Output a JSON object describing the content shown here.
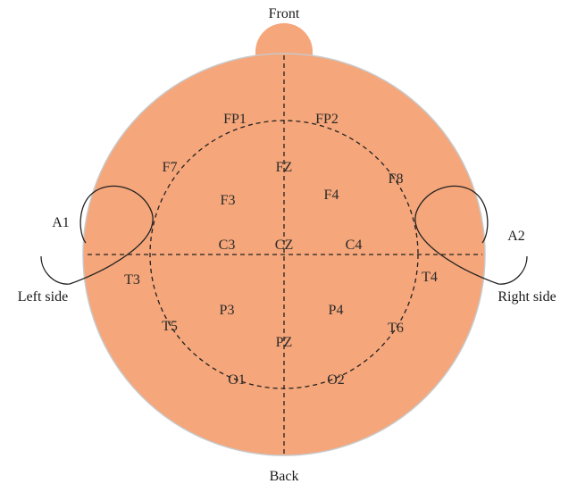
{
  "labels": {
    "front": "Front",
    "back": "Back",
    "left": "Left side",
    "right": "Right side",
    "a1": "A1",
    "a2": "A2"
  },
  "electrodes": {
    "fp1": "FP1",
    "fp2": "FP2",
    "f7": "F7",
    "fz": "FZ",
    "f8": "F8",
    "f3": "F3",
    "f4": "F4",
    "c3": "C3",
    "cz": "CZ",
    "c4": "C4",
    "t3": "T3",
    "t4": "T4",
    "p3": "P3",
    "p4": "P4",
    "t5": "T5",
    "pz": "PZ",
    "t6": "T6",
    "o1": "O1",
    "o2": "O2"
  },
  "colors": {
    "head_fill": "#f5a67a",
    "head_stroke": "#c9c9c9",
    "line": "#222222",
    "ear_stroke": "#222222"
  }
}
